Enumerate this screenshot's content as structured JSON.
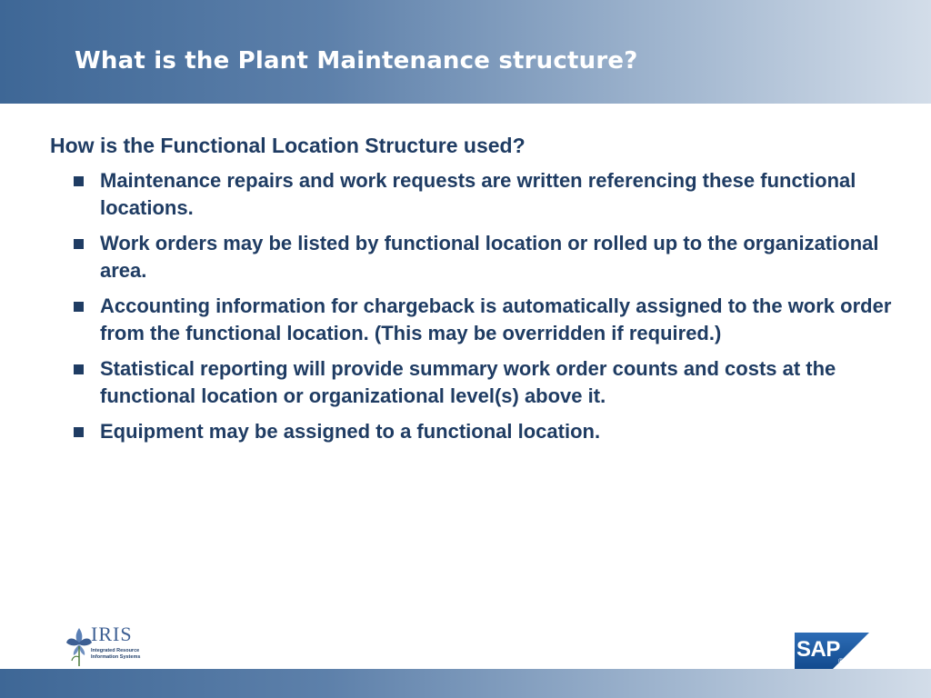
{
  "slide": {
    "title": "What is the Plant Maintenance structure?",
    "subtitle": "How is the Functional Location Structure used?",
    "bullets": [
      "Maintenance repairs and work requests are written referencing these functional locations.",
      "Work orders may be listed by functional location or rolled up to the organizational area.",
      "Accounting information for chargeback is automatically assigned to the work order from the functional location.  (This may be overridden if required.)",
      "Statistical reporting will provide summary work order counts and costs at the functional location or organizational level(s) above it.",
      "Equipment may be assigned to a functional location."
    ]
  },
  "logos": {
    "iris": {
      "brand": "IRIS",
      "tagline_line1": "Integrated Resource",
      "tagline_line2": "Information Systems"
    },
    "sap": {
      "label": "SAP",
      "registered": "®"
    }
  },
  "colors": {
    "header_gradient": [
      "#3e6796",
      "#d3dde9"
    ],
    "title_text": "#ffffff",
    "body_text": "#1f3c63",
    "sap_blue": "#1a5aa6"
  }
}
